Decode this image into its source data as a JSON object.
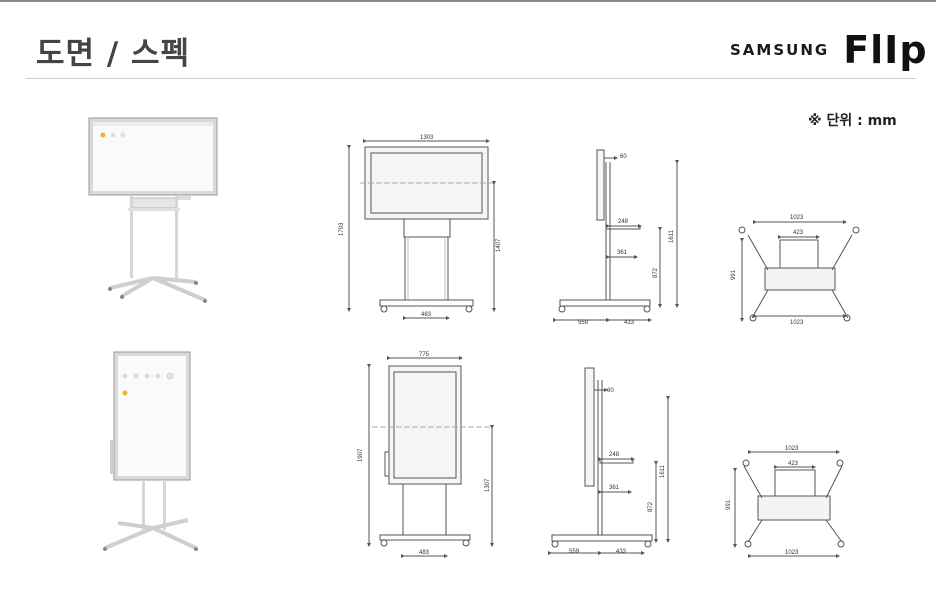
{
  "header": {
    "title": "도면 / 스펙",
    "brand_samsung": "SAMSUNG",
    "brand_flip": "FlIp"
  },
  "unit_note": "※ 단위 : mm",
  "landscape": {
    "front": {
      "width": "1303",
      "height": "1793",
      "screen_to_floor": "1407",
      "base": "483"
    },
    "side": {
      "depth_top": "60",
      "bracket": "248",
      "arm": "361",
      "floor_height": "872",
      "total_height": "1611",
      "base_front": "559",
      "base_rear": "433"
    },
    "top": {
      "width_top": "1023",
      "inner": "423",
      "depth": "991",
      "width_bottom": "1023"
    }
  },
  "portrait": {
    "front": {
      "width": "775",
      "height": "1907",
      "screen_to_floor": "1307",
      "base": "483"
    },
    "side": {
      "depth_top": "60",
      "bracket": "248",
      "arm": "361",
      "floor_height": "872",
      "total_height": "1611",
      "base_front": "559",
      "base_rear": "433"
    },
    "top": {
      "width_top": "1023",
      "inner": "423",
      "depth": "991",
      "width_bottom": "1023"
    }
  },
  "colors": {
    "line": "#555555",
    "screen_fill": "#f4f4f4",
    "stand": "#c8c8c8"
  }
}
